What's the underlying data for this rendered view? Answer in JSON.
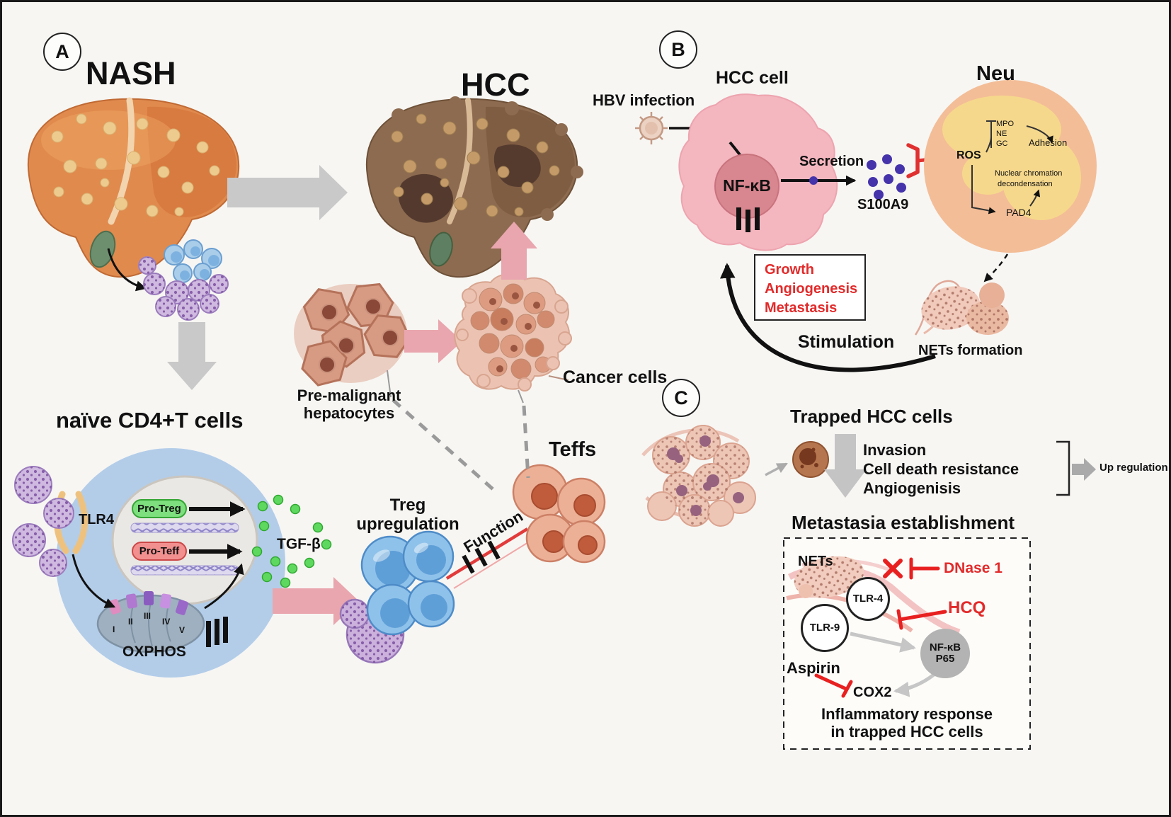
{
  "figure": {
    "background": "#f7f6f3",
    "border_color": "#1a1a1a"
  },
  "panel_a": {
    "badge": "A",
    "nash_title": "NASH",
    "hcc_title": "HCC",
    "naive_cd4_label": "naïve CD4+T cells",
    "tlr4_label": "TLR4",
    "pro_treg_label": "Pro-Treg",
    "pro_teff_label": "Pro-Teff",
    "oxphos_label": "OXPHOS",
    "complexes": [
      "I",
      "II",
      "III",
      "IV",
      "V"
    ],
    "tgf_beta_label": "TGF-β",
    "treg_upregulation_line1": "Treg",
    "treg_upregulation_line2": "upregulation",
    "function_label": "Function",
    "teffs_label": "Teffs",
    "pre_malignant_line1": "Pre-malignant",
    "pre_malignant_line2": "hepatocytes",
    "cancer_cells_label": "Cancer cells"
  },
  "panel_b": {
    "badge": "B",
    "hbv_infection_label": "HBV infection",
    "hcc_cell_label": "HCC cell",
    "neu_label": "Neu",
    "nf_kb_label": "NF-κB",
    "secretion_label": "Secretion",
    "s100a9_label": "S100A9",
    "mpo_label": "MPO",
    "ne_label": "NE",
    "gc_label": "GC",
    "adhesion_label": "Adhesion",
    "ros_label": "ROS",
    "nuclear_line1": "Nuclear chromation",
    "nuclear_line2": "decondensation",
    "pad4_label": "PAD4",
    "growth_label": "Growth",
    "angiogenesis_label": "Angiogenesis",
    "metastasis_label": "Metastasis",
    "stimulation_label": "Stimulation",
    "nets_formation_label": "NETs formation"
  },
  "panel_c": {
    "badge": "C",
    "trapped_label": "Trapped HCC cells",
    "invasion_label": "Invasion",
    "cell_death_label": "Cell death resistance",
    "angiogenisis_label": "Angiogenisis",
    "up_regulation_label": "Up regulation",
    "metastasia_label": "Metastasia establishment",
    "nets_label": "NETs",
    "dnase_label": "DNase 1",
    "tlr4_label": "TLR-4",
    "tlr9_label": "TLR-9",
    "hcq_label": "HCQ",
    "nfkb_line1": "NF-κB",
    "nfkb_line2": "P65",
    "aspirin_label": "Aspirin",
    "cox2_label": "COX2",
    "inflammatory_line1": "Inflammatory response",
    "inflammatory_line2": "in trapped HCC cells"
  }
}
